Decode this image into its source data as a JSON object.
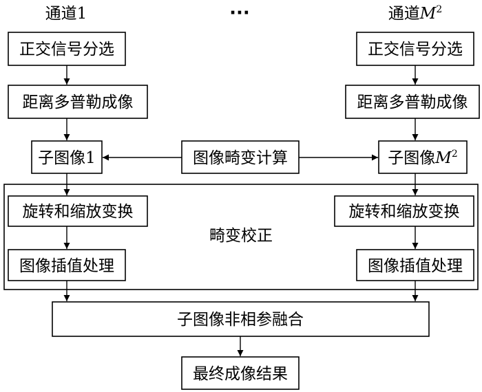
{
  "columns": {
    "left": {
      "header": "通道1",
      "step1": "正交信号分选",
      "step2": "距离多普勒成像",
      "subimage": "子图像1",
      "rotate": "旋转和缩放变换",
      "interp": "图像插值处理"
    },
    "right": {
      "header_prefix": "通道",
      "header_var": "M",
      "header_exp": "2",
      "step1": "正交信号分选",
      "step2": "距离多普勒成像",
      "subimage_prefix": "子图像",
      "subimage_var": "M",
      "subimage_exp": "2",
      "rotate": "旋转和缩放变换",
      "interp": "图像插值处理"
    }
  },
  "ellipsis": "···",
  "center": {
    "distortion_calc": "图像畸变计算",
    "correction_group": "畸变校正"
  },
  "fusion": "子图像非相参融合",
  "result": "最终成像结果"
}
